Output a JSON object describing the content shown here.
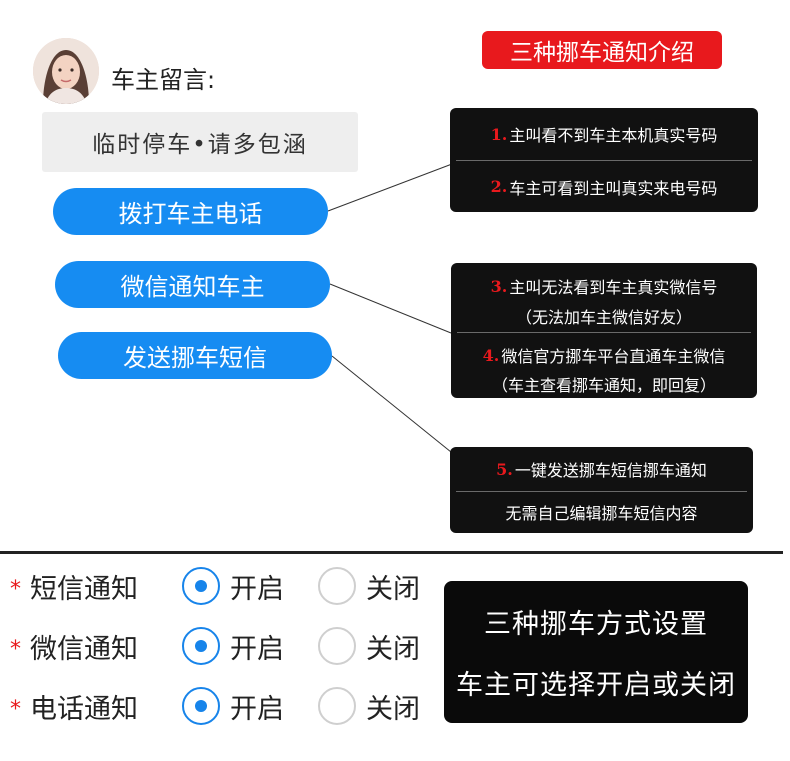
{
  "header": {
    "owner_label": "车主留言:",
    "title_badge": "三种挪车通知介绍",
    "message": "临时停车•请多包涵"
  },
  "actions": {
    "call": "拨打车主电话",
    "wechat": "微信通知车主",
    "sms": "发送挪车短信"
  },
  "panels": {
    "p1": [
      {
        "num": "1.",
        "text": "主叫看不到车主本机真实号码"
      },
      {
        "num": "2.",
        "text": "车主可看到主叫真实来电号码"
      }
    ],
    "p2": [
      {
        "num": "3.",
        "text": "主叫无法看到车主真实微信号"
      },
      {
        "num": "",
        "text": "（无法加车主微信好友）"
      },
      {
        "num": "4.",
        "text": "微信官方挪车平台直通车主微信"
      },
      {
        "num": "",
        "text": "（车主查看挪车通知，即回复）"
      }
    ],
    "p3": [
      {
        "num": "5.",
        "text": "一键发送挪车短信挪车通知"
      },
      {
        "num": "",
        "text": "无需自己编辑挪车短信内容"
      }
    ]
  },
  "settings": {
    "star": "*",
    "on_label": "开启",
    "off_label": "关闭",
    "rows": [
      {
        "label": "短信通知",
        "value": "开启"
      },
      {
        "label": "微信通知",
        "value": "开启"
      },
      {
        "label": "电话通知",
        "value": "开启"
      }
    ]
  },
  "summary": {
    "line1": "三种挪车方式设置",
    "line2": "车主可选择开启或关闭"
  },
  "colors": {
    "accent_red": "#e8191d",
    "button_blue": "#168cf2",
    "radio_blue": "#1784ea"
  }
}
